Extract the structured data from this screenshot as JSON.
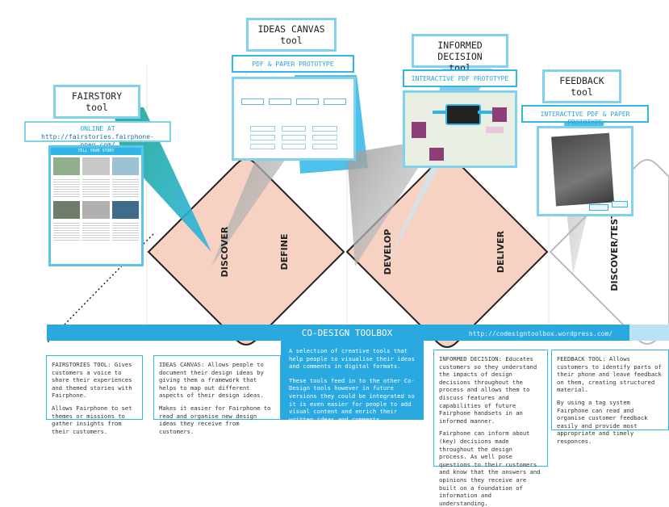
{
  "tools": {
    "fairstory": {
      "title_line1": "FAIRSTORY",
      "title_line2": "tool",
      "subtitle_line1": "ONLINE AT",
      "subtitle_line2": "http://fairstories.fairphone-open.com/",
      "thumb_header": "TELL YOUR STORY"
    },
    "ideas": {
      "title_line1": "IDEAS CANVAS",
      "title_line2": "tool",
      "subtitle": "PDF & PAPER PROTOTYPE"
    },
    "informed": {
      "title_line1": "INFORMED DECISION",
      "title_line2": "tool",
      "subtitle": "INTERACTIVE PDF PROTOTYPE"
    },
    "feedback": {
      "title_line1": "FEEDBACK",
      "title_line2": "tool",
      "subtitle": "INTERACTIVE PDF & PAPER PROTOTYPE"
    }
  },
  "phases": [
    "DISCOVER",
    "DEFINE",
    "DEVELOP",
    "DELIVER",
    "DISCOVER/TEST"
  ],
  "toolbox": {
    "title": "CO-DESIGN TOOLBOX",
    "url": "http://codesigntoolbox.wordpress.com/"
  },
  "descriptions": {
    "fairstories": [
      "FAIRSTORIES TOOL: Gives customers a voice to share their experiences and themed stories with Fairphone.",
      "Allows Fairphone to set themes or missions to gather insights from their customers."
    ],
    "ideas_canvas": [
      "IDEAS CANVAS: Allows people to document their design ideas by giving them a framework that helps to map out different aspects of their design ideas.",
      "Makes it easier for Fairphone to read and organise new design ideas they receive from customers."
    ],
    "center": [
      "A selection of creative tools that help people to visualise their ideas and comments in digital formats.",
      "These tools feed in to the other Co-Design tools however in future versions they could be integrated so it is even easier for people to add visual content and enrich their written ideas and comments."
    ],
    "informed_decision": [
      "INFORMED DECISION: Educates customers so they understand the impacts of design decisions throughout the process and allows them to discuss  features and capabilities of future Fairphone handsets in an informed manner.",
      "Fairphone can inform about (key) decisions made throughout the design process. As well pose questions to their customers and know that the answers and opinions they receive are built on a foundation of information and understanding."
    ],
    "feedback": [
      "FEEDBACK TOOL: Allows customers to identify parts of their phone and leave feedback on them, creating structured material.",
      "By using a tag system Fairphone can read and organise customer feedback easily and provide most appropriate and timely responces."
    ]
  },
  "colors": {
    "cyan": "#2fb6e6",
    "cyan_dark": "#1d8fd0",
    "teal": "#1aa58a",
    "peach": "#f7d2c2",
    "gray": "#bcbcbc",
    "bar": "#2aa8e0"
  }
}
